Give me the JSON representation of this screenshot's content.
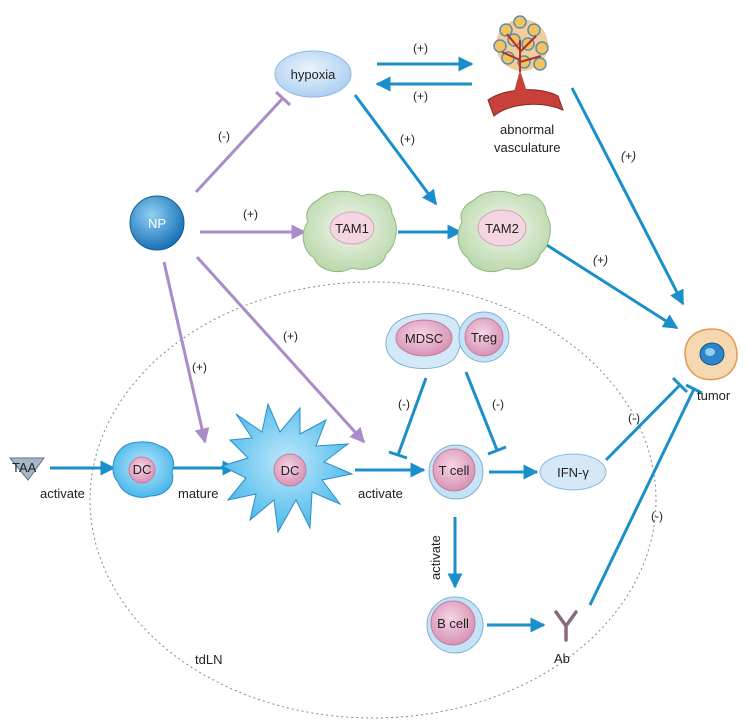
{
  "nodes": {
    "hypoxia": "hypoxia",
    "vasculature_line1": "abnormal",
    "vasculature_line2": "vasculature",
    "np": "NP",
    "tam1": "TAM1",
    "tam2": "TAM2",
    "mdsc": "MDSC",
    "treg": "Treg",
    "tumor": "tumor",
    "taa": "TAA",
    "dc1": "DC",
    "dc2": "DC",
    "tcell": "T cell",
    "ifn": "IFN-γ",
    "bcell": "B cell",
    "ab": "Ab",
    "tdln": "tdLN"
  },
  "edge_labels": {
    "hyp_to_vasc": "(+)",
    "vasc_to_hyp": "(+)",
    "np_to_hyp": "(-)",
    "hyp_to_tam2": "(+)",
    "vasc_to_tumor": "(+)",
    "np_to_tam1": "(+)",
    "tam2_to_tumor": "(+)",
    "np_to_tcell": "(+)",
    "np_to_dc": "(+)",
    "mdsc_to_tcell": "(-)",
    "treg_to_tcell": "(-)",
    "ifn_to_tumor": "(-)",
    "ab_to_tumor": "(-)",
    "taa_activate": "activate",
    "dc_mature": "mature",
    "dc_activate": "activate",
    "tcell_activate_b": "activate"
  },
  "colors": {
    "blue_arrow": "#1b8fc9",
    "purple_arrow": "#a98cc8"
  }
}
